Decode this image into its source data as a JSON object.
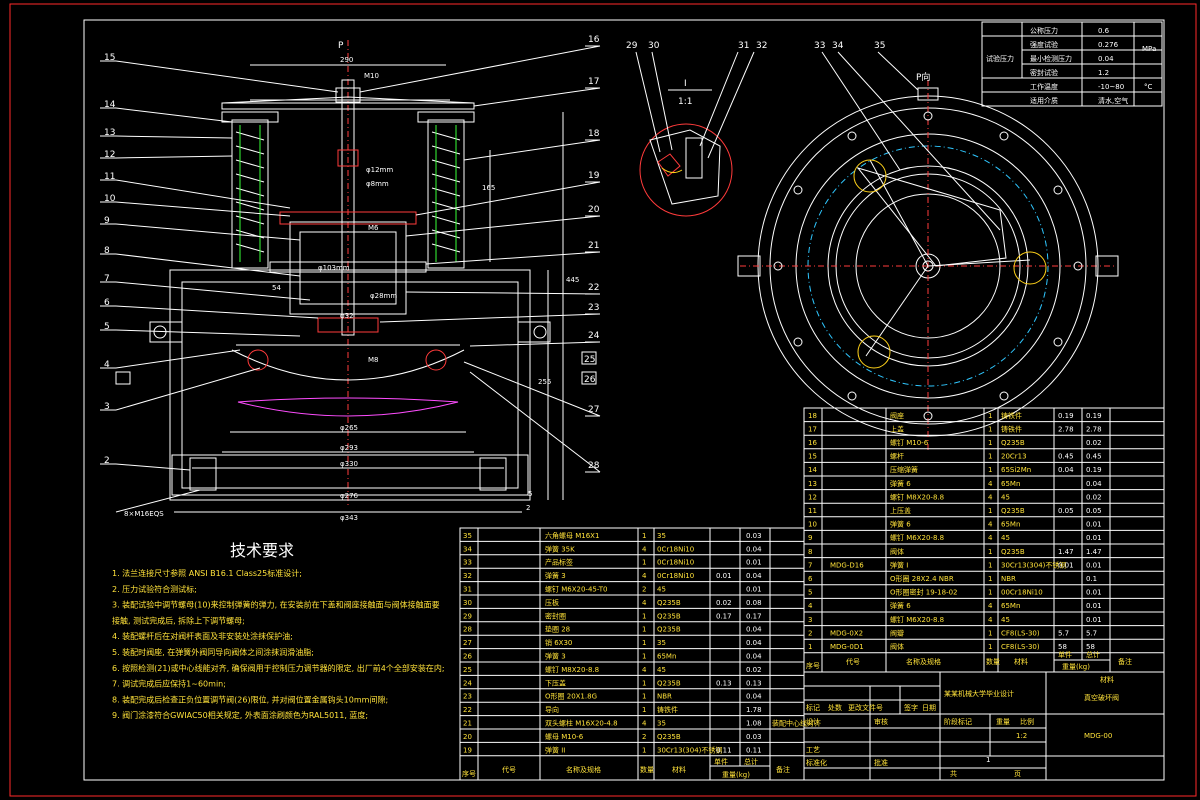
{
  "drawing": {
    "left_part_numbers": [
      "15",
      "14",
      "13",
      "12",
      "11",
      "10",
      "9",
      "8",
      "7",
      "6",
      "5",
      "4",
      "3",
      "2",
      "1"
    ],
    "right_part_numbers": [
      "16",
      "17",
      "18",
      "19",
      "20",
      "21",
      "22",
      "23",
      "24",
      "25",
      "26",
      "27",
      "28"
    ],
    "detail_part_numbers": [
      "29",
      "30",
      "31",
      "32",
      "33",
      "34",
      "35"
    ],
    "detail_title": "I",
    "detail_scale": "1:1",
    "load_label_top": "P",
    "load_label_right": "P向",
    "dims": {
      "d290": "290",
      "m10": "M10",
      "phi12": "φ12mm",
      "phi8": "φ8mm",
      "phi103": "φ103mm",
      "phi28": "φ28mm",
      "phi32": "φ32",
      "phi265": "φ265",
      "phi293": "φ293",
      "phi330": "φ330",
      "phi276": "φ276",
      "phi343": "φ343",
      "h165": "165",
      "h445": "445",
      "h255": "255",
      "m6": "M6",
      "m8": "M8",
      "d54": "54",
      "d5": "5",
      "d2": "2",
      "bolts": "8×M16EQS"
    }
  },
  "spec_table": {
    "unit_mpa": "MPa",
    "unit_c": "°C",
    "rows": [
      {
        "group": "",
        "label": "公称压力",
        "value": "0.6"
      },
      {
        "group": "试验压力",
        "label": "强度试验",
        "value": "0.276"
      },
      {
        "group": "",
        "label": "最小检测压力",
        "value": "0.04"
      },
      {
        "group": "",
        "label": "密封试验",
        "value": "1.2"
      },
      {
        "group": "",
        "label": "工作温度",
        "value": "-10~80"
      },
      {
        "group": "",
        "label": "适用介质",
        "value": "清水,空气"
      }
    ]
  },
  "tech_requirements": {
    "title": "技术要求",
    "items": [
      "1. 法兰连接尺寸参照 ANSI B16.1 Class25标准设计;",
      "2. 压力试验符合测试标;",
      "3. 装配试验中调节螺母(10)来控制弹簧的弹力, 在安装前在下盖和阀座接触面与阀体接触面要",
      "   接触, 测试完成后, 拆除上下调节螺母;",
      "4. 装配螺杆后在对阀杆表面及非安装处涂抹保护油;",
      "5. 装配时阀座, 在弹簧外阀同导向阀体之间涂抹润滑油脂;",
      "6. 按照检测(21)或中心线能对齐, 确保阀用于控制压力调节器的限定, 出厂前4个全部安装在内;",
      "7. 调试完成后应保持1~60min;",
      "8. 装配完成后检查正负位置调节阀(26)限位, 并对阀位置金属钩头10mm间隙;",
      "9. 阀门涂漆符合GWIAC50相关规定, 外表面涂刷颜色为RAL5011, 蓝度;"
    ]
  },
  "bom_left": {
    "rows": [
      {
        "no": "35",
        "name": "六角螺母 M16X1",
        "qty": "1",
        "mat": "35",
        "w1": "",
        "w2": "0.03",
        "note": ""
      },
      {
        "no": "34",
        "name": "弹簧 35K",
        "qty": "4",
        "mat": "0Cr18Ni10",
        "w1": "",
        "w2": "0.04",
        "note": ""
      },
      {
        "no": "33",
        "name": "产品标签",
        "qty": "1",
        "mat": "0Cr18Ni10",
        "w1": "",
        "w2": "0.01",
        "note": ""
      },
      {
        "no": "32",
        "name": "弹簧 3",
        "qty": "4",
        "mat": "0Cr18Ni10",
        "w1": "0.01",
        "w2": "0.04",
        "note": ""
      },
      {
        "no": "31",
        "name": "螺钉 M6X20-45-T0",
        "qty": "2",
        "mat": "45",
        "w1": "",
        "w2": "0.01",
        "note": ""
      },
      {
        "no": "30",
        "name": "压板",
        "qty": "4",
        "mat": "Q235B",
        "w1": "0.02",
        "w2": "0.08",
        "note": ""
      },
      {
        "no": "29",
        "name": "密封圈",
        "qty": "1",
        "mat": "Q235B",
        "w1": "0.17",
        "w2": "0.17",
        "note": ""
      },
      {
        "no": "28",
        "name": "垫圈 28",
        "qty": "1",
        "mat": "Q235B",
        "w1": "",
        "w2": "0.04",
        "note": ""
      },
      {
        "no": "27",
        "name": "销 6X30",
        "qty": "1",
        "mat": "35",
        "w1": "",
        "w2": "0.04",
        "note": ""
      },
      {
        "no": "26",
        "name": "弹簧 3",
        "qty": "1",
        "mat": "65Mn",
        "w1": "",
        "w2": "0.04",
        "note": ""
      },
      {
        "no": "25",
        "name": "螺钉 M8X20-8.8",
        "qty": "4",
        "mat": "45",
        "w1": "",
        "w2": "0.02",
        "note": ""
      },
      {
        "no": "24",
        "name": "下压盖",
        "qty": "1",
        "mat": "Q235B",
        "w1": "0.13",
        "w2": "0.13",
        "note": ""
      },
      {
        "no": "23",
        "name": "O形圈 20X1.8G",
        "qty": "1",
        "mat": "NBR",
        "w1": "",
        "w2": "0.04",
        "note": ""
      },
      {
        "no": "22",
        "name": "导向",
        "qty": "1",
        "mat": "铸铁件",
        "w1": "",
        "w2": "1.78",
        "note": ""
      },
      {
        "no": "21",
        "name": "双头螺柱 M16X20-4.8",
        "qty": "4",
        "mat": "35",
        "w1": "",
        "w2": "1.08",
        "note": "装配中心线对齐"
      },
      {
        "no": "20",
        "name": "螺母 M10-6",
        "qty": "2",
        "mat": "Q235B",
        "w1": "",
        "w2": "0.03",
        "note": ""
      },
      {
        "no": "19",
        "name": "弹簧 II",
        "qty": "1",
        "mat": "30Cr13(304)不锈钢",
        "w1": "0.11",
        "w2": "0.11",
        "note": ""
      }
    ],
    "footer": {
      "no": "序号",
      "code": "代号",
      "name": "名称及规格",
      "qty": "数量",
      "mat": "材料",
      "single": "单件",
      "total": "总计",
      "weight": "重量(kg)",
      "note": "备注"
    }
  },
  "bom_right": {
    "rows": [
      {
        "no": "18",
        "code": "",
        "name": "阀座",
        "qty": "1",
        "mat": "铸铁件",
        "w1": "0.19",
        "w2": "0.19"
      },
      {
        "no": "17",
        "code": "",
        "name": "上盖",
        "qty": "1",
        "mat": "铸铁件",
        "w1": "2.78",
        "w2": "2.78"
      },
      {
        "no": "16",
        "code": "",
        "name": "螺钉 M10-6",
        "qty": "1",
        "mat": "Q235B",
        "w1": "",
        "w2": "0.02"
      },
      {
        "no": "15",
        "code": "",
        "name": "螺杆",
        "qty": "1",
        "mat": "20Cr13",
        "w1": "0.45",
        "w2": "0.45"
      },
      {
        "no": "14",
        "code": "",
        "name": "压缩弹簧",
        "qty": "1",
        "mat": "65Si2Mn",
        "w1": "0.04",
        "w2": "0.19"
      },
      {
        "no": "13",
        "code": "",
        "name": "弹簧 6",
        "qty": "4",
        "mat": "65Mn",
        "w1": "",
        "w2": "0.04"
      },
      {
        "no": "12",
        "code": "",
        "name": "螺钉 M8X20-8.8",
        "qty": "4",
        "mat": "45",
        "w1": "",
        "w2": "0.02"
      },
      {
        "no": "11",
        "code": "",
        "name": "上压盖",
        "qty": "1",
        "mat": "Q235B",
        "w1": "0.05",
        "w2": "0.05"
      },
      {
        "no": "10",
        "code": "",
        "name": "弹簧 6",
        "qty": "4",
        "mat": "65Mn",
        "w1": "",
        "w2": "0.01"
      },
      {
        "no": "9",
        "code": "",
        "name": "螺钉 M6X20-8.8",
        "qty": "4",
        "mat": "45",
        "w1": "",
        "w2": "0.01"
      },
      {
        "no": "8",
        "code": "",
        "name": "阀体",
        "qty": "1",
        "mat": "Q235B",
        "w1": "1.47",
        "w2": "1.47"
      },
      {
        "no": "7",
        "code": "MDG-D16",
        "name": "弹簧 I",
        "qty": "1",
        "mat": "30Cr13(304)不锈钢",
        "w1": "0.01",
        "w2": "0.01"
      },
      {
        "no": "6",
        "code": "",
        "name": "O形圈 28X2.4 NBR",
        "qty": "1",
        "mat": "NBR",
        "w1": "",
        "w2": "0.1"
      },
      {
        "no": "5",
        "code": "",
        "name": "O形圈密封 19-18-02",
        "qty": "1",
        "mat": "00Cr18Ni10",
        "w1": "",
        "w2": "0.01"
      },
      {
        "no": "4",
        "code": "",
        "name": "弹簧 6",
        "qty": "4",
        "mat": "65Mn",
        "w1": "",
        "w2": "0.01"
      },
      {
        "no": "3",
        "code": "",
        "name": "螺钉 M6X20-8.8",
        "qty": "4",
        "mat": "45",
        "w1": "",
        "w2": "0.01"
      },
      {
        "no": "2",
        "code": "MDG-0X2",
        "name": "阀瓣",
        "qty": "1",
        "mat": "CF8(LS-30)",
        "w1": "5.7",
        "w2": "5.7"
      },
      {
        "no": "1",
        "code": "MDG-0D1",
        "name": "阀体",
        "qty": "1",
        "mat": "CF8(LS-30)",
        "w1": "58",
        "w2": "58"
      }
    ],
    "footer": {
      "no": "序号",
      "code": "代号",
      "name": "名称及规格",
      "qty": "数量",
      "mat": "材料",
      "single": "单件",
      "total": "总计",
      "weight": "重量(kg)",
      "note": "备注"
    }
  },
  "title_block": {
    "org": "某某机械大学毕业设计",
    "project": "真空破坏阀",
    "drawing_no": "MDG-00",
    "mark": "标记",
    "count": "处数",
    "change": "更改文件号",
    "sign": "签字",
    "date": "日期",
    "design": "设计",
    "check": "审核",
    "process": "工艺",
    "standard": "标准化",
    "approve": "批准",
    "stage": "阶段标记",
    "weight": "重量",
    "scale": "比例",
    "scale_value": "1:2",
    "sheet_total": "共",
    "sheet_no": "页",
    "sheet_count": "1",
    "material_label": "材料"
  }
}
